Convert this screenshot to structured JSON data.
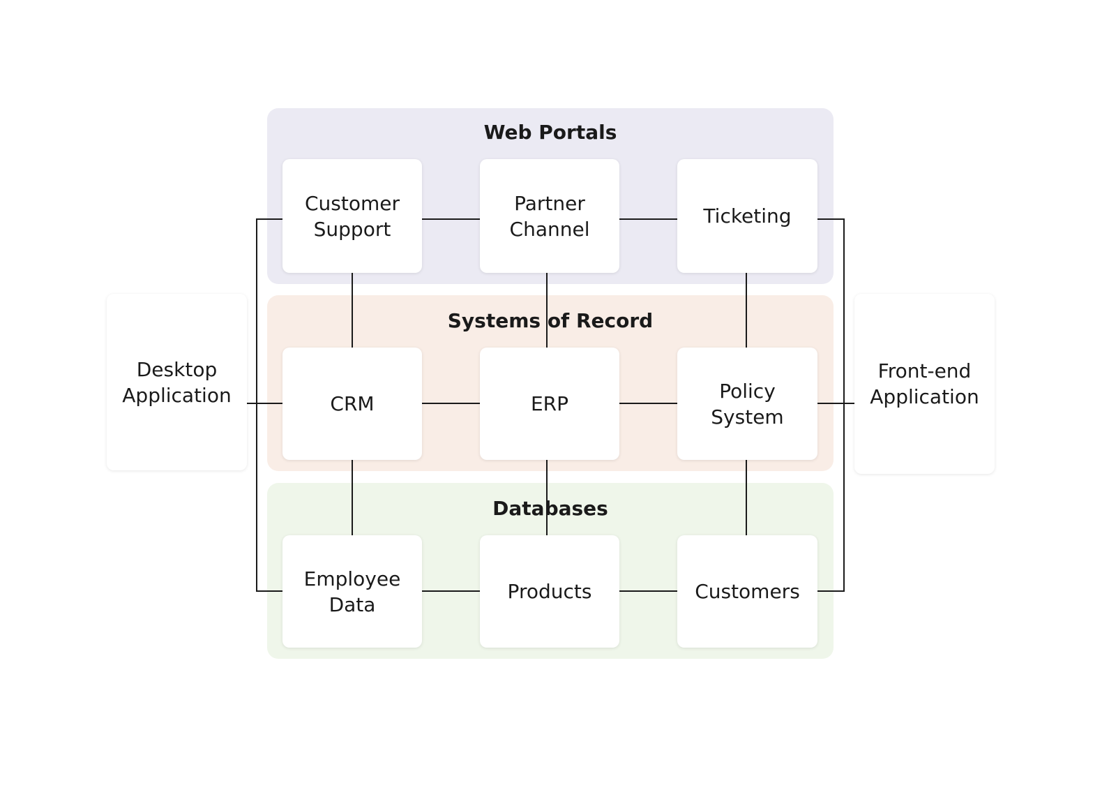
{
  "groups": {
    "web_portals": {
      "title": "Web Portals",
      "color": "#ebeaf3"
    },
    "systems_of_record": {
      "title": "Systems of Record",
      "color": "#f9ede6"
    },
    "databases": {
      "title": "Databases",
      "color": "#eff6ea"
    }
  },
  "nodes": {
    "customer_support": "Customer\nSupport",
    "partner_channel": "Partner\nChannel",
    "ticketing": "Ticketing",
    "crm": "CRM",
    "erp": "ERP",
    "policy_system": "Policy\nSystem",
    "employee_data": "Employee\nData",
    "products": "Products",
    "customers": "Customers",
    "desktop_application": "Desktop\nApplication",
    "frontend_application": "Front-end\nApplication"
  },
  "connections": [
    [
      "customer_support",
      "partner_channel"
    ],
    [
      "partner_channel",
      "ticketing"
    ],
    [
      "crm",
      "erp"
    ],
    [
      "erp",
      "policy_system"
    ],
    [
      "employee_data",
      "products"
    ],
    [
      "products",
      "customers"
    ],
    [
      "customer_support",
      "crm"
    ],
    [
      "crm",
      "employee_data"
    ],
    [
      "partner_channel",
      "erp"
    ],
    [
      "erp",
      "products"
    ],
    [
      "ticketing",
      "policy_system"
    ],
    [
      "policy_system",
      "customers"
    ],
    [
      "desktop_application",
      "crm"
    ],
    [
      "desktop_application",
      "customer_support"
    ],
    [
      "desktop_application",
      "employee_data"
    ],
    [
      "frontend_application",
      "policy_system"
    ],
    [
      "frontend_application",
      "ticketing"
    ],
    [
      "frontend_application",
      "customers"
    ]
  ]
}
